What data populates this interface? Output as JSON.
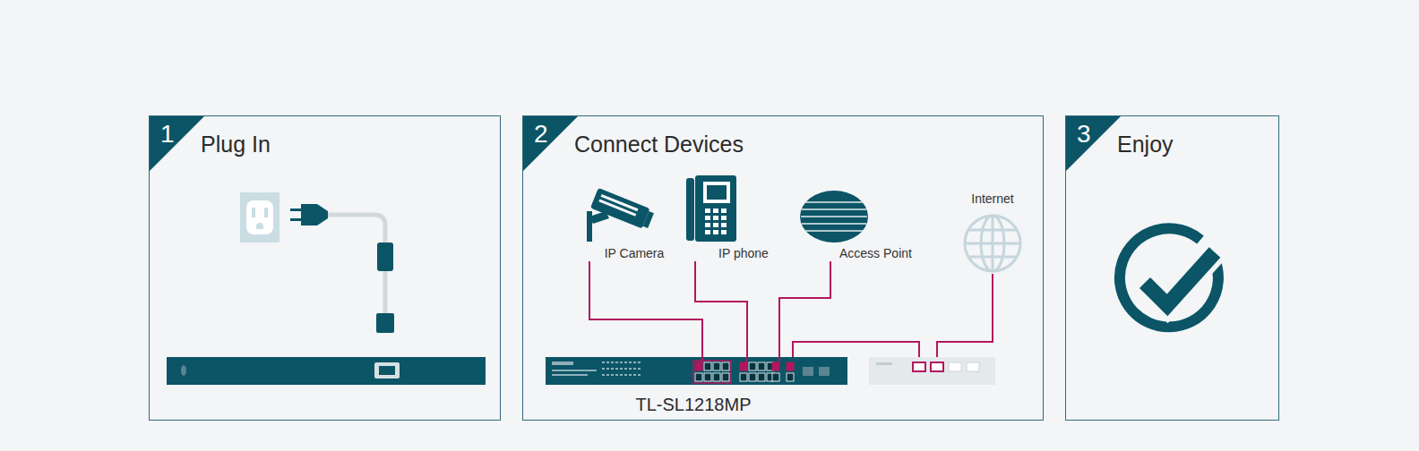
{
  "diagram": {
    "nodes": [
      {
        "text": [
          "1",
          "Plug In"
        ]
      },
      {
        "text": [
          "2",
          "Connect Devices"
        ]
      },
      {
        "text": [
          "IP Camera"
        ],
        "in": 1
      },
      {
        "text": [
          "IP phone"
        ],
        "in": 1
      },
      {
        "text": [
          "Access Point"
        ],
        "in": 1
      },
      {
        "text": [
          "Internet"
        ],
        "in": 1
      },
      {
        "text": [
          "TL-SL1218MP"
        ],
        "in": 1
      },
      {
        "text": [
          "3",
          "Enjoy"
        ]
      }
    ],
    "edges": [
      {
        "from": 2,
        "to": 6,
        "arrow": "none"
      },
      {
        "from": 3,
        "to": 6,
        "arrow": "none"
      },
      {
        "from": 4,
        "to": 6,
        "arrow": "none"
      }
    ]
  }
}
